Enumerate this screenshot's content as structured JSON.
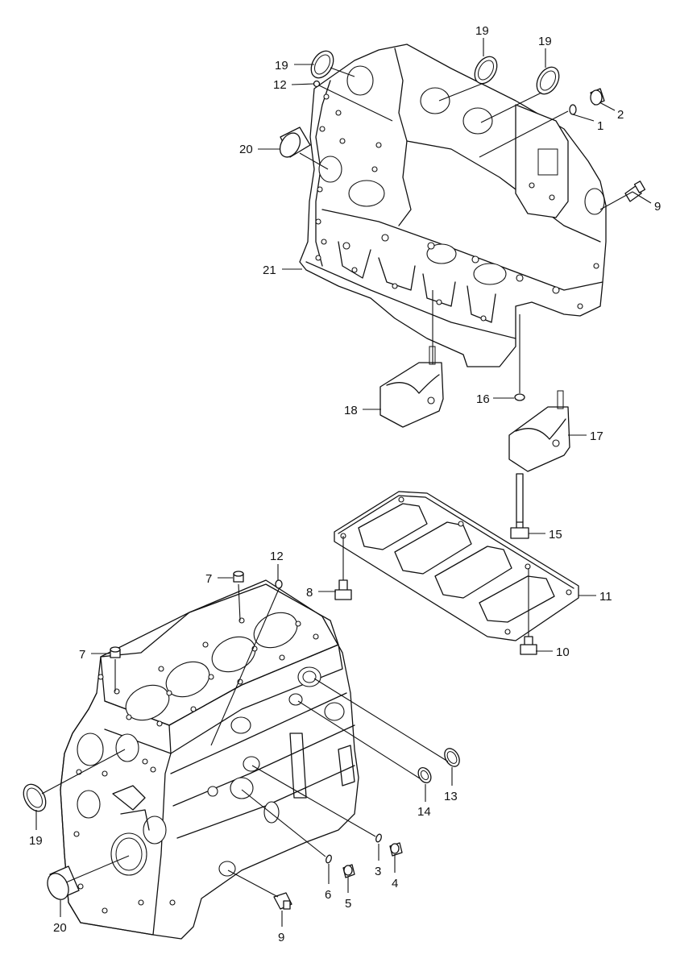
{
  "callouts": {
    "c1": "1",
    "c2": "2",
    "c9_top": "9",
    "c12_top": "12",
    "c19_a": "19",
    "c19_b": "19",
    "c19_c": "19",
    "c20_top": "20",
    "c21": "21",
    "c16": "16",
    "c17": "17",
    "c18": "18",
    "c15": "15",
    "c11": "11",
    "c8": "8",
    "c10": "10",
    "c7_a": "7",
    "c7_b": "7",
    "c12_bot": "12",
    "c13": "13",
    "c14": "14",
    "c3": "3",
    "c4": "4",
    "c5": "5",
    "c6": "6",
    "c9_bot": "9",
    "c19_bot": "19",
    "c20_bot": "20"
  }
}
